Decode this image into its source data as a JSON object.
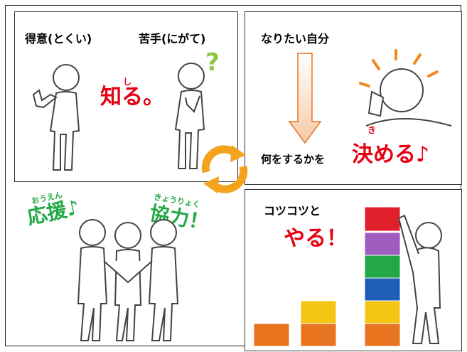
{
  "panel1": {
    "strength_label": "得意(とくい)",
    "weakness_label": "苦手(にがて)",
    "know_ruby": "し",
    "know_text": "知る。",
    "question_mark": "?"
  },
  "panel2": {
    "goal_label": "なりたい自分",
    "decide_prefix": "何をするかを",
    "decide_ruby": "き",
    "decide_text": "決める♪"
  },
  "panel3": {
    "cheer_ruby": "おうえん",
    "cheer_text": "応援♪",
    "cooperate_ruby": "きょうりょく",
    "cooperate_text": "協力！"
  },
  "panel4": {
    "steady_label": "コツコツと",
    "do_text": "やる！",
    "block_colors": [
      "#e8741f",
      "#f4c515",
      "#22a845",
      "#1f5fb8",
      "#a05cbf",
      "#e0202a"
    ]
  },
  "colors": {
    "accent_red": "#e60012",
    "accent_green": "#22a845",
    "cycle_orange": "#f3a31c"
  }
}
